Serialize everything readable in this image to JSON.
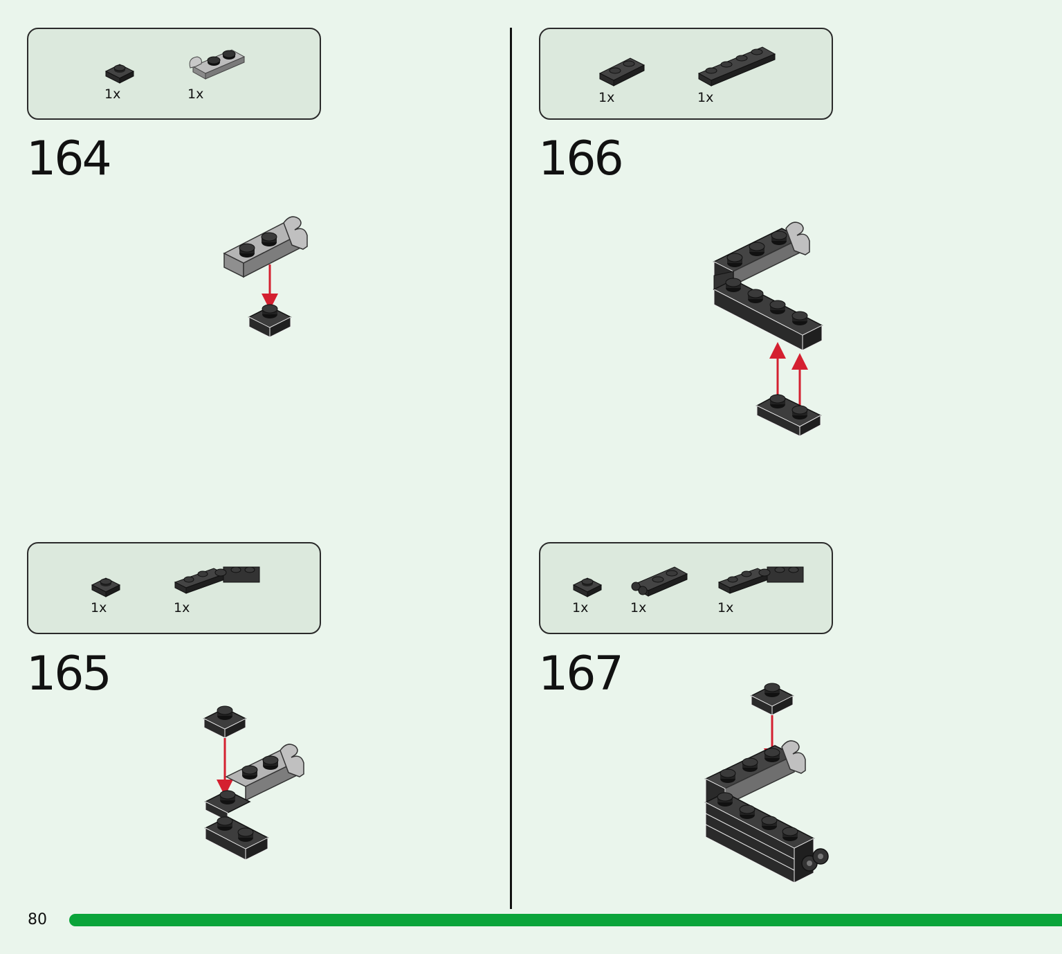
{
  "page": {
    "number": "80",
    "progress_color": "#0aa43a"
  },
  "steps": [
    {
      "number": "164",
      "parts": [
        {
          "qty": "1x",
          "icon": "plate-1x1-black"
        },
        {
          "qty": "1x",
          "icon": "plate-1x2-clip-grey"
        }
      ]
    },
    {
      "number": "165",
      "parts": [
        {
          "qty": "1x",
          "icon": "plate-1x1-black"
        },
        {
          "qty": "1x",
          "icon": "plate-modified-black"
        }
      ]
    },
    {
      "number": "166",
      "parts": [
        {
          "qty": "1x",
          "icon": "plate-1x2-black"
        },
        {
          "qty": "1x",
          "icon": "plate-1x4-black"
        }
      ]
    },
    {
      "number": "167",
      "parts": [
        {
          "qty": "1x",
          "icon": "plate-1x1-black"
        },
        {
          "qty": "1x",
          "icon": "plate-1x2-clip-black"
        },
        {
          "qty": "1x",
          "icon": "plate-modified-black"
        }
      ]
    }
  ],
  "colors": {
    "arrow": "#d42030",
    "brick_dark": "#333333",
    "brick_grey": "#a8a8a8"
  }
}
